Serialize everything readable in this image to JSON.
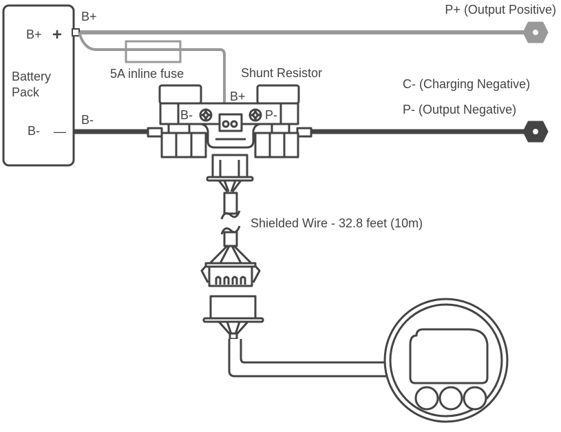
{
  "battery": {
    "label_line1": "Battery",
    "label_line2": "Pack",
    "pos_label": "B+",
    "pos_sign": "+",
    "neg_label": "B-",
    "neg_sign": "—"
  },
  "wires": {
    "bplus": "B+",
    "bminus": "B-",
    "fuse": "5A inline fuse",
    "shielded": "Shielded Wire - 32.8 feet (10m)"
  },
  "shunt": {
    "title": "Shunt Resistor",
    "bplus": "B+",
    "bminus": "B-",
    "pminus": "P-"
  },
  "outputs": {
    "p_plus": "P+ (Output Positive)",
    "c_minus": "C- (Charging Negative)",
    "p_minus": "P- (Output Negative)"
  },
  "colors": {
    "dark": "#444444",
    "gray_wire": "#999999"
  }
}
